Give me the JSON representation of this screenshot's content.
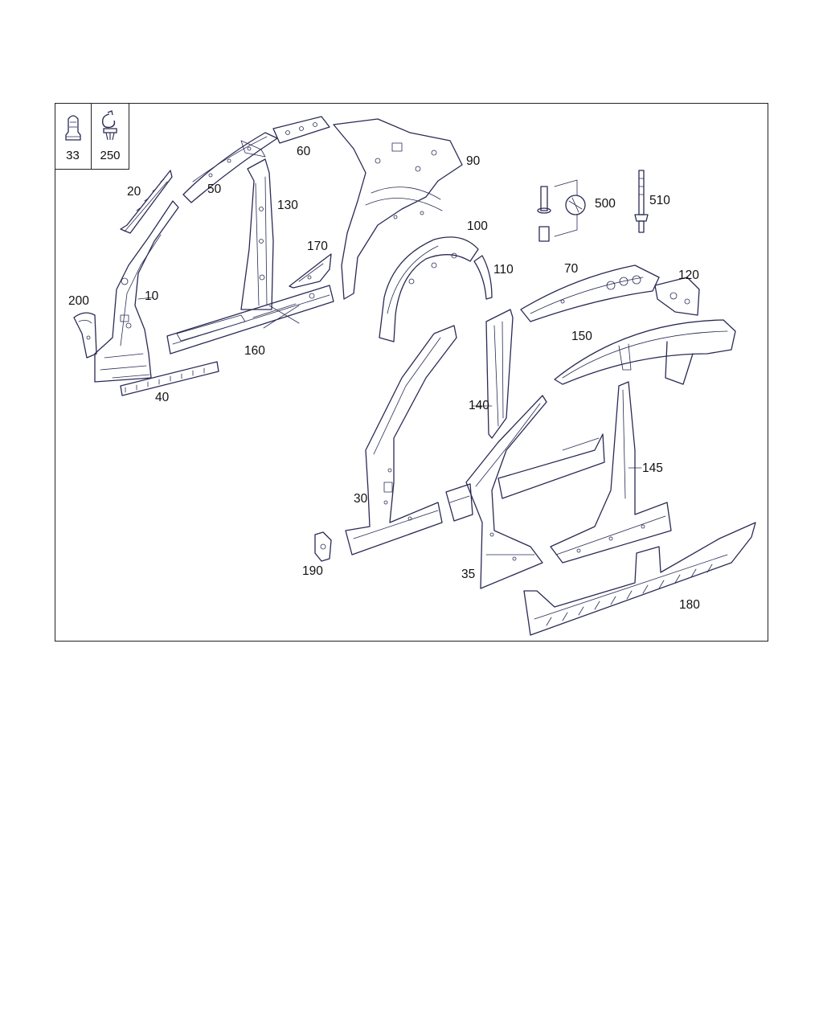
{
  "diagram": {
    "stroke_color": "#2a2a55",
    "legend": [
      {
        "id": "33",
        "label": "33",
        "icon": "push-clip-icon"
      },
      {
        "id": "250",
        "label": "250",
        "icon": "spring-clip-icon"
      }
    ],
    "callouts": {
      "c10": "10",
      "c20": "20",
      "c30": "30",
      "c35": "35",
      "c40": "40",
      "c50": "50",
      "c60": "60",
      "c70": "70",
      "c90": "90",
      "c100": "100",
      "c110": "110",
      "c120": "120",
      "c130": "130",
      "c140": "140",
      "c145": "145",
      "c150": "150",
      "c160": "160",
      "c170": "170",
      "c180": "180",
      "c190": "190",
      "c200": "200",
      "c500": "500",
      "c510": "510"
    }
  }
}
